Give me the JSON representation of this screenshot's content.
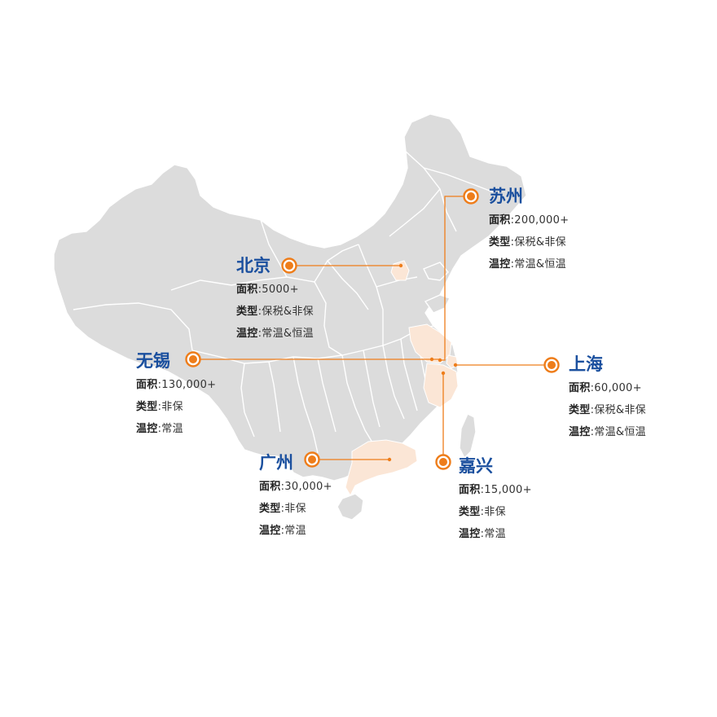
{
  "colors": {
    "land": "#dcdcdc",
    "border": "#ffffff",
    "highlight": "#fbe6d6",
    "accent": "#ee7d1a",
    "city_name": "#1a4f9e"
  },
  "icons": {
    "marker": "orange-ring-marker-icon"
  },
  "cities": [
    {
      "name": "苏州",
      "area_label": "面积",
      "area": "200,000+",
      "type_label": "类型",
      "type": "保税&非保",
      "temp_label": "温控",
      "temp": "常温&恒温"
    },
    {
      "name": "北京",
      "area_label": "面积",
      "area": "5000+",
      "type_label": "类型",
      "type": "保税&非保",
      "temp_label": "温控",
      "temp": "常温&恒温"
    },
    {
      "name": "无锡",
      "area_label": "面积",
      "area": "130,000+",
      "type_label": "类型",
      "type": "非保",
      "temp_label": "温控",
      "temp": "常温"
    },
    {
      "name": "上海",
      "area_label": "面积",
      "area": "60,000+",
      "type_label": "类型",
      "type": "保税&非保",
      "temp_label": "温控",
      "temp": "常温&恒温"
    },
    {
      "name": "广州",
      "area_label": "面积",
      "area": "30,000+",
      "type_label": "类型",
      "type": "非保",
      "temp_label": "温控",
      "temp": "常温"
    },
    {
      "name": "嘉兴",
      "area_label": "面积",
      "area": "15,000+",
      "type_label": "类型",
      "type": "非保",
      "temp_label": "温控",
      "temp": "常温"
    }
  ]
}
